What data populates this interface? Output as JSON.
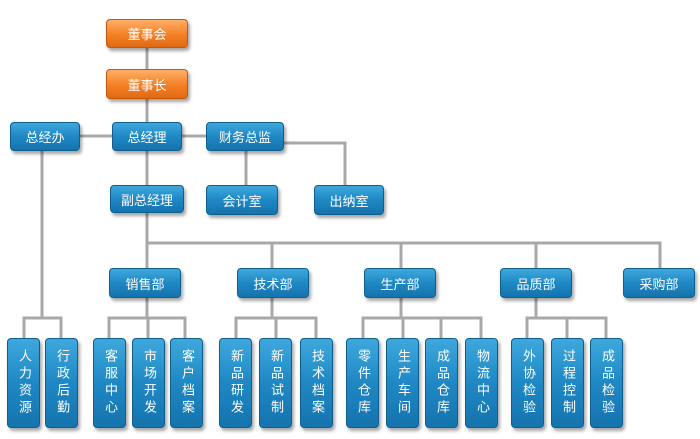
{
  "colors": {
    "line": "#a8a8a8",
    "box_blue": "#1f88c4",
    "box_orange": "#f47f24",
    "text": "#ffffff"
  },
  "org": {
    "board": "董事会",
    "chairman": "董事长",
    "gm_office": "总经办",
    "gm": "总经理",
    "finance_director": "财务总监",
    "accounting_room": "会计室",
    "cashier_room": "出纳室",
    "deputy_gm": "副总经理",
    "departments": {
      "sales": "销售部",
      "tech": "技术部",
      "production": "生产部",
      "quality": "品质部",
      "purchasing": "采购部"
    },
    "units": {
      "hr": "人力资源",
      "admin_logistics": "行政后勤",
      "customer_service": "客服中心",
      "market_dev": "市场开发",
      "customer_archive": "客户档案",
      "new_product_dev": "新品研发",
      "new_product_trial": "新品试制",
      "tech_archive": "技术档案",
      "parts_warehouse": "零件仓库",
      "workshop": "生产车间",
      "product_warehouse": "成品仓库",
      "logistics_center": "物流中心",
      "outsource_inspection": "外协检验",
      "process_control": "过程控制",
      "product_inspection": "成品检验"
    }
  }
}
